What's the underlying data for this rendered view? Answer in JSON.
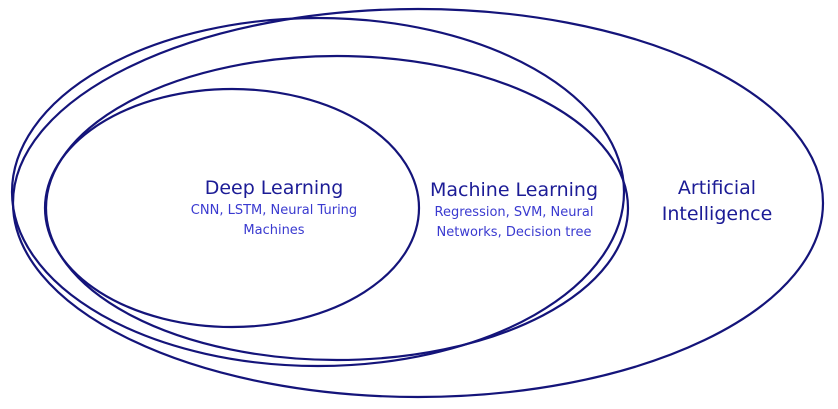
{
  "colors": {
    "outline": "#14147a",
    "title": "#1c1c96",
    "detail": "#3a3ad0",
    "background": "#ffffff"
  },
  "sets": {
    "ai": {
      "title": "Artificial Intelligence"
    },
    "ml": {
      "title": "Machine Learning",
      "detail": "Regression, SVM, Neural Networks, Decision tree"
    },
    "dl": {
      "title": "Deep Learning",
      "detail": "CNN, LSTM, Neural Turing Machines"
    }
  }
}
